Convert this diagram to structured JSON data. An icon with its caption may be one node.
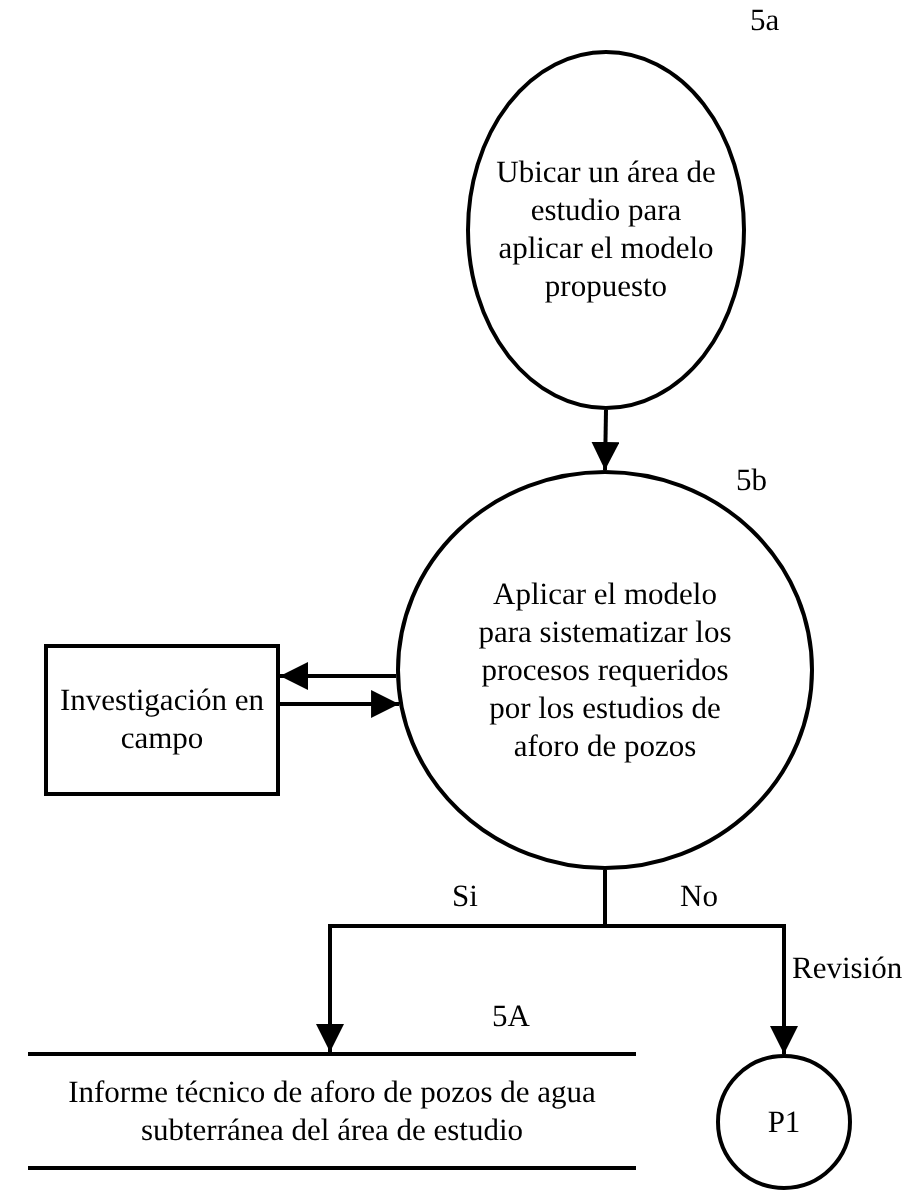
{
  "diagram": {
    "nodes": [
      {
        "text": [
          "Ubicar un área de estudio para aplicar el modelo propuesto"
        ],
        "beside": [
          "5a"
        ]
      },
      {
        "text": [
          "Aplicar el modelo para  sistematizar los procesos requeridos por los estudios de aforo de pozos"
        ],
        "beside": [
          "5b"
        ]
      },
      {
        "text": [
          "Investigación en campo"
        ]
      },
      {
        "text": [
          "Informe técnico de aforo de pozos de agua subterránea del área de estudio"
        ],
        "beside": [
          "5A"
        ]
      },
      {
        "text": [
          "P1"
        ]
      }
    ],
    "edges": [
      {
        "from": 0,
        "to": 1,
        "arrow": "to"
      },
      {
        "from": 1,
        "to": 2,
        "arrow": "to"
      },
      {
        "from": 2,
        "to": 1,
        "arrow": "to"
      },
      {
        "from": 1,
        "to": 3,
        "arrow": "to",
        "label": "Si"
      },
      {
        "from": 1,
        "to": 4,
        "arrow": "to",
        "label": "No"
      }
    ],
    "labels": [
      "Revisión"
    ]
  }
}
